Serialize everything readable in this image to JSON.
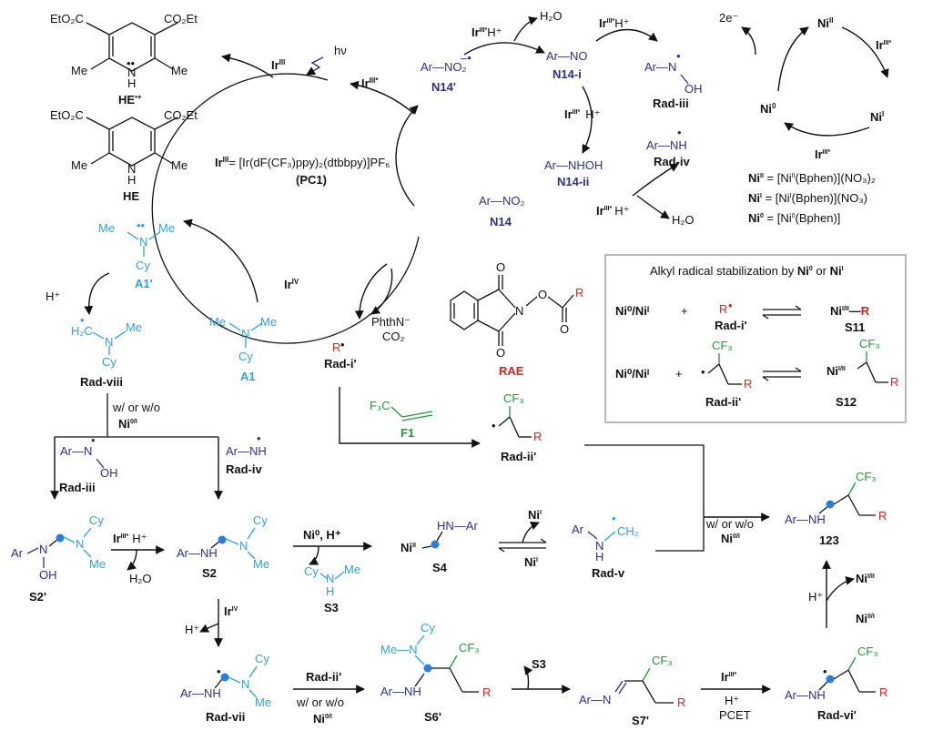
{
  "catalyst": {
    "ir3": "Ir",
    "ir3_sup": "III",
    "ir3s": "Ir",
    "ir3s_sup": "III*",
    "ir4": "Ir",
    "ir4_sup": "IV",
    "hv": "hν",
    "def_line": "= [Ir(dF(CF₃)ppy)₂(dtbbpy)]PF₆",
    "pc1": "(PC1)"
  },
  "hantzsch": {
    "he_rad": "HE",
    "he_rad_sup": "•+",
    "he": "HE",
    "ester": "EtO₂C",
    "ester2": "CO₂Et",
    "me": "Me",
    "nh": "N",
    "h": "H"
  },
  "amine": {
    "a1": "A1",
    "a1p": "A1'",
    "radviii": "Rad-viii",
    "me": "Me",
    "n": "N",
    "cy": "Cy",
    "h2c": "H₂C",
    "hplus": "H⁺"
  },
  "nitro": {
    "n14": "N14",
    "n14p": "N14'",
    "n14i": "N14-i",
    "n14ii": "N14-ii",
    "radiii": "Rad-iii",
    "radiv": "Rad-iv",
    "ar_no2": "Ar—NO₂",
    "ar_no2_rad": "Ar—NO₂",
    "ar_no": "Ar—NO",
    "ar_nhoh": "Ar—NHOH",
    "ar_n": "Ar—N",
    "oh": "OH",
    "ar_nh": "Ar—NH",
    "h2o": "H₂O",
    "ir3s_h": "H⁺"
  },
  "nickel": {
    "ni2": "Ni",
    "ni1": "Ni",
    "ni0": "Ni",
    "two_e": "2e⁻",
    "def1": "Ni^II = [Ni^II(Bphen)](NO₃)₂",
    "def2": "Ni^I = [Ni^I(Bphen)](NO₃)",
    "def3": "Ni^0 = [Ni^0(Bphen)]"
  },
  "box": {
    "title": "Alkyl radical stabilization by Ni⁰ or Niᴵ",
    "ni01": "Ni⁰/Niᴵ",
    "plus": "+",
    "radi": "Rad-i'",
    "radii": "Rad-ii'",
    "s11": "S11",
    "s12": "S12",
    "ni_r": "Ni",
    "ni_sup": "I/II",
    "cf3": "CF₃",
    "r": "R"
  },
  "middle": {
    "phthn": "PhthN⁻",
    "co2": "CO₂",
    "rad_i": "Rad-i'",
    "rae": "RAE",
    "f1": "F1",
    "f3c": "F₃C",
    "rad_ii": "Rad-ii'",
    "cf3": "CF₃",
    "r": "R",
    "o": "O",
    "n": "N"
  },
  "lower": {
    "wow": "w/ or w/o",
    "ni01": "Ni",
    "ni01_sup": "0/I",
    "radiii": "Rad-iii",
    "radiv": "Rad-iv",
    "s2p": "S2'",
    "s2": "S2",
    "s3": "S3",
    "s4": "S4",
    "radv": "Rad-v",
    "radvii": "Rad-vii",
    "s6p": "S6'",
    "s7p": "S7'",
    "radvip": "Rad-vi'",
    "p123": "123",
    "ar": "Ar",
    "nh": "NH",
    "n": "N",
    "oh": "OH",
    "cy": "Cy",
    "me": "Me",
    "h2o": "H₂O",
    "hplus": "H⁺",
    "ni0h": "Ni⁰, H⁺",
    "ni1": "Niᴵ",
    "ni2": "Ni",
    "ch2": "CH₂",
    "h": "H",
    "hn_ar": "HN—Ar",
    "radii": "Rad-ii'",
    "pcet": "PCET",
    "ni12": "Ni",
    "ni12_sup": "I/II",
    "cf3": "CF₃",
    "r": "R"
  }
}
